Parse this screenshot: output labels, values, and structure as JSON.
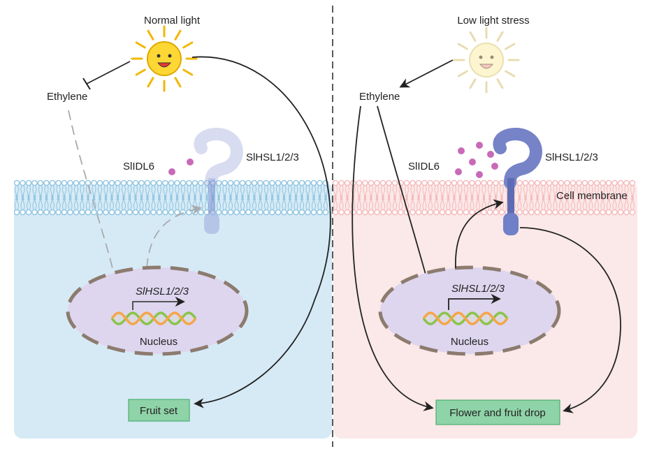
{
  "left_panel": {
    "light_label": "Normal light",
    "ethylene_label": "Ethylene",
    "ligand_label": "SlIDL6",
    "receptor_label": "SlHSL1/2/3",
    "gene_label": "SlHSL1/2/3",
    "nucleus_label": "Nucleus",
    "outcome_label": "Fruit set",
    "background_color": "#d6eaf6",
    "membrane_color": "#8ec4e0",
    "state": "inactive (faded signaling)"
  },
  "right_panel": {
    "light_label": "Low light stress",
    "ethylene_label": "Ethylene",
    "ligand_label": "SlIDL6",
    "receptor_label": "SlHSL1/2/3",
    "gene_label": "SlHSL1/2/3",
    "nucleus_label": "Nucleus",
    "membrane_label": "Cell membrane",
    "outcome_label": "Flower and fruit drop",
    "background_color": "#fbe8e8",
    "membrane_color": "#f5b8b8",
    "state": "active"
  },
  "colors": {
    "nucleus_fill": "#ddd6ee",
    "nucleus_border": "#8c7b6e",
    "outcome_box": "#8fd3a8",
    "outcome_border": "#4caf6e",
    "ligand": "#c86ab8",
    "receptor": "#8f9ad8",
    "sun": "#fdd835",
    "arrow": "#222222",
    "dna_green": "#8bc34a",
    "dna_orange": "#f6a54b"
  },
  "icons": [
    "sun-icon",
    "dna-icon",
    "receptor-icon",
    "ligand-dots",
    "membrane-bilayer"
  ]
}
